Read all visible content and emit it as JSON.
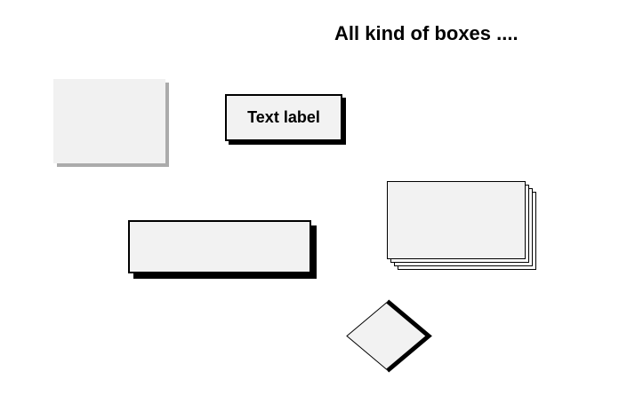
{
  "title": "All kind of boxes ....",
  "labeled_box": {
    "label": "Text label"
  },
  "stack": {
    "count": 4
  },
  "shapes": [
    "plain-box-with-gray-shadow",
    "text-label-box-with-black-shadow",
    "wide-box-with-thick-black-shadow",
    "stacked-boxes",
    "diamond-with-thick-shadow-edge"
  ],
  "colors": {
    "background": "#ffffff",
    "box_fill": "#f2f2f2",
    "plain_box_fill": "#f1f1f1",
    "gray_shadow": "#ababab",
    "black": "#000000"
  }
}
